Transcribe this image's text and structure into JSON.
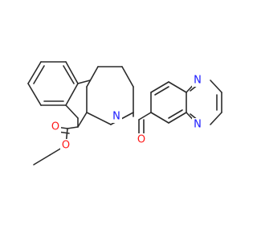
{
  "molecule": {
    "atoms": [
      {
        "id": "N1",
        "label": "N",
        "color": "#1a1aff"
      },
      {
        "id": "N2",
        "label": "N",
        "color": "#1a1aff"
      },
      {
        "id": "N3",
        "label": "N",
        "color": "#1a1aff"
      },
      {
        "id": "O1",
        "label": "O",
        "color": "#ff1a1a"
      },
      {
        "id": "O2",
        "label": "O",
        "color": "#ff1a1a"
      },
      {
        "id": "O3",
        "label": "O",
        "color": "#ff1a1a"
      }
    ]
  }
}
